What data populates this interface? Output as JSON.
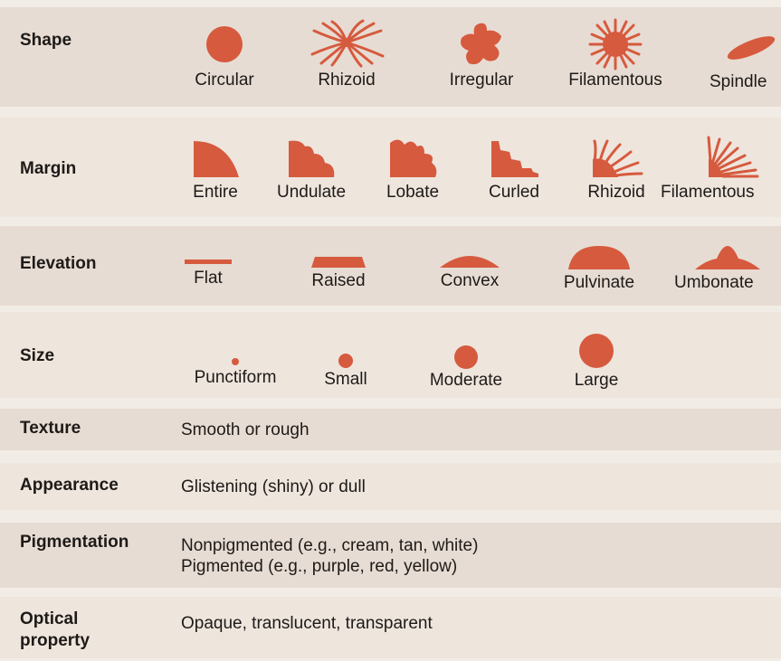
{
  "rows": {
    "shape": {
      "label": "Shape",
      "items": [
        "Circular",
        "Rhizoid",
        "Irregular",
        "Filamentous",
        "Spindle"
      ]
    },
    "margin": {
      "label": "Margin",
      "items": [
        "Entire",
        "Undulate",
        "Lobate",
        "Curled",
        "Rhizoid",
        "Filamentous"
      ]
    },
    "elevation": {
      "label": "Elevation",
      "items": [
        "Flat",
        "Raised",
        "Convex",
        "Pulvinate",
        "Umbonate"
      ]
    },
    "size": {
      "label": "Size",
      "items": [
        "Punctiform",
        "Small",
        "Moderate",
        "Large"
      ]
    },
    "texture": {
      "label": "Texture",
      "text": "Smooth or rough"
    },
    "appearance": {
      "label": "Appearance",
      "text": "Glistening (shiny) or dull"
    },
    "pigmentation": {
      "label": "Pigmentation",
      "lines": [
        "Nonpigmented (e.g., cream, tan, white)",
        "Pigmented (e.g., purple, red, yellow)"
      ]
    },
    "optical": {
      "label_lines": [
        "Optical",
        "property"
      ],
      "text": "Opaque, translucent, transparent"
    }
  },
  "colors": {
    "colony": "#d65a3e",
    "band": "#e7dcd3",
    "page": "#f2ece6"
  }
}
